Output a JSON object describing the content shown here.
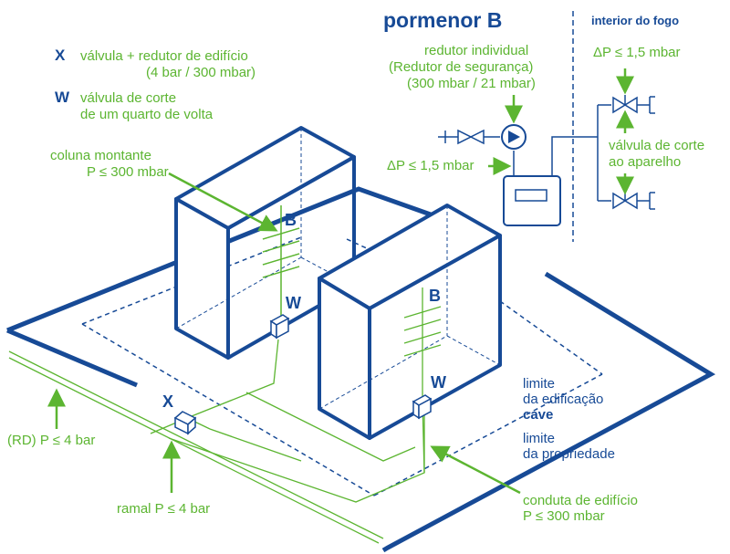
{
  "colors": {
    "navy": "#174a96",
    "green": "#5cb531",
    "dashed": "#174a96"
  },
  "legend": {
    "x_symbol": "X",
    "x_line1": "válvula + redutor de edifício",
    "x_line2": "(4 bar / 300 mbar)",
    "w_symbol": "W",
    "w_line1": "válvula de corte",
    "w_line2": "de um quarto de volta"
  },
  "detail": {
    "title": "pormenor B",
    "interior_title": "interior do fogo",
    "reducer_line1": "redutor individual",
    "reducer_line2": "(Redutor de segurança)",
    "reducer_line3": "(300 mbar / 21 mbar)",
    "delta_p_left": "ΔP ≤ 1,5 mbar",
    "delta_p_right": "ΔP ≤ 1,5 mbar",
    "cutoff_line1": "válvula de corte",
    "cutoff_line2": "ao aparelho"
  },
  "labels": {
    "riser_line1": "coluna montante",
    "riser_line2": "P ≤ 300 mbar",
    "b_left": "B",
    "w_left": "W",
    "b_right": "B",
    "w_right": "W",
    "x_marker": "X",
    "rd": "(RD) P ≤ 4 bar",
    "branch": "ramal P ≤ 4 bar",
    "limit_building_line1": "limite",
    "limit_building_line2": "da edificação",
    "limit_building_line3": "cave",
    "limit_property_line1": "limite",
    "limit_property_line2": "da propriedade",
    "conduit_line1": "conduta de edifício",
    "conduit_line2": "P ≤ 300 mbar"
  }
}
